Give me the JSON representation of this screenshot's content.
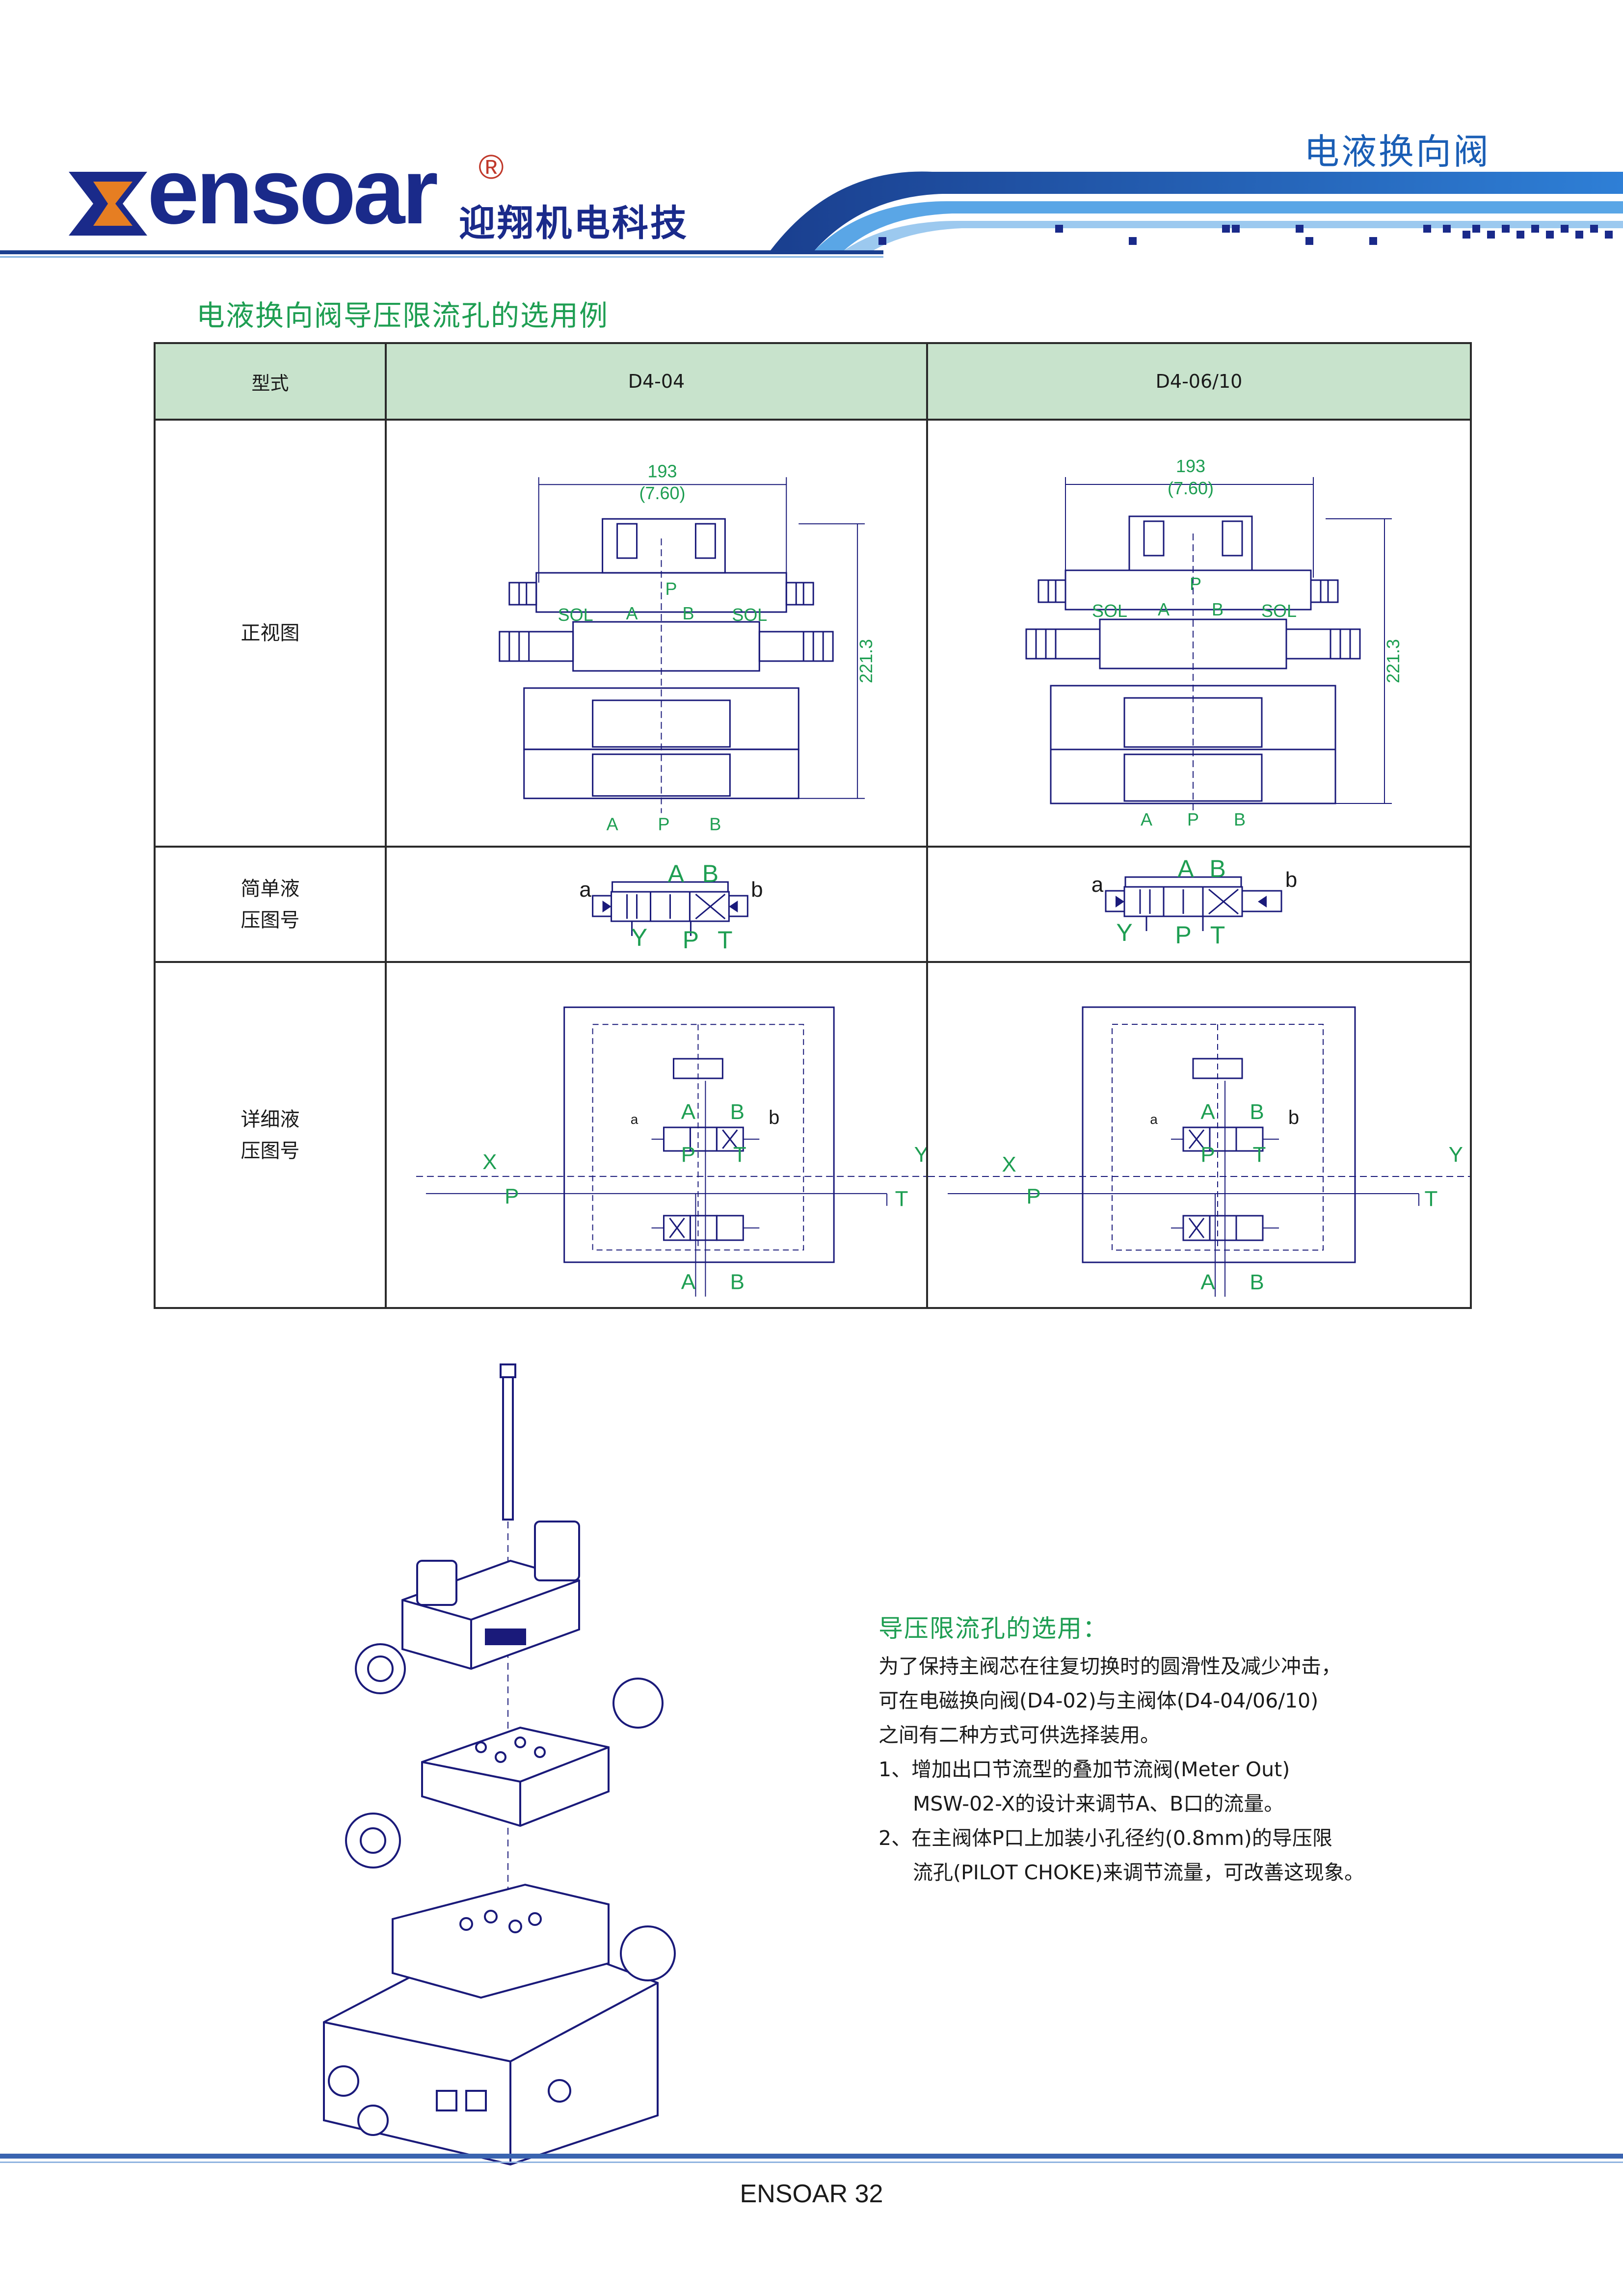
{
  "header": {
    "logo_text": "ensoar",
    "logo_registered": "®",
    "logo_cn": "迎翔机电科技",
    "page_title": "电液换向阀"
  },
  "section_title": "电液换向阀导压限流孔的选用例",
  "table": {
    "columns": [
      "型式",
      "D4-04",
      "D4-06/10"
    ],
    "rows": [
      {
        "label": "正视图"
      },
      {
        "label_lines": [
          "简单液",
          "压图号"
        ]
      },
      {
        "label_lines": [
          "详细液",
          "压图号"
        ]
      }
    ],
    "front_view": {
      "width_mm": "193",
      "width_in": "(7.60)",
      "height_mm": "221.3",
      "sol_label": "SOL",
      "ports": [
        "A",
        "P",
        "B"
      ]
    },
    "symbol": {
      "a": "a",
      "b": "b",
      "A": "A",
      "B": "B",
      "Y": "Y",
      "P": "P",
      "T": "T"
    },
    "detail": {
      "X": "X",
      "Y": "Y",
      "P": "P",
      "T": "T",
      "A": "A",
      "B": "B",
      "a": "a",
      "b": "b"
    }
  },
  "selection": {
    "title": "导压限流孔的选用：",
    "lines": [
      "为了保持主阀芯在往复切换时的圆滑性及减少冲击，",
      "可在电磁换向阀(D4-02)与主阀体(D4-04/06/10)",
      "之间有二种方式可供选择装用。",
      "1、增加出口节流型的叠加节流阀(Meter Out)",
      "MSW-02-X的设计来调节A、B口的流量。",
      "2、在主阀体P口上加装小孔径约(0.8mm)的导压限",
      "流孔(PILOT CHOKE)来调节流量，可改善这现象。"
    ]
  },
  "footer": {
    "text": "ENSOAR 32"
  },
  "colors": {
    "brand_navy": "#1a2a8a",
    "accent_green": "#1e9e52",
    "table_header": "#c8e3cc",
    "title_blue": "#1a5eb5"
  }
}
